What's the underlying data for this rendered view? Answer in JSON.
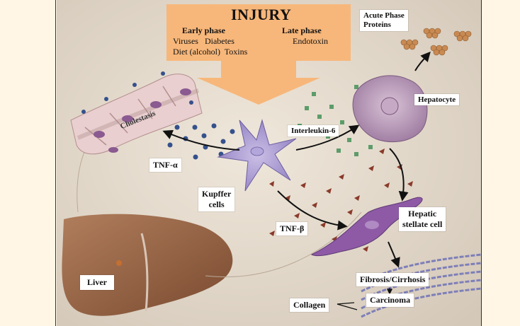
{
  "injury": {
    "title": "INJURY",
    "early_phase": {
      "heading": "Early phase",
      "line1": "Viruses   Diabetes",
      "line2": "Diet (alcohol)  Toxins"
    },
    "late_phase": {
      "heading": "Late phase",
      "line1": "Endotoxin"
    }
  },
  "labels": {
    "acute_phase": "Acute Phase Proteins",
    "acute_phase_line1": "Acute Phase",
    "acute_phase_line2": "Proteins",
    "hepatocyte": "Hepatocyte",
    "cholestasis": "Cholestasis",
    "interleukin": "Interleukin-6",
    "tnf_alpha": "TNF-α",
    "kupffer_line1": "Kupffer",
    "kupffer_line2": "cells",
    "hepatic_line1": "Hepatic",
    "hepatic_line2": "stellate cell",
    "tnf_beta": "TNF-β",
    "liver": "Liver",
    "fibrosis": "Fibrosis/Cirrhosis",
    "carcinoma": "Carcinoma",
    "collagen": "Collagen"
  },
  "colors": {
    "injury_box": "#f7b77a",
    "background": "#e6dccd",
    "page": "#fff6e6",
    "kupffer": "#a89ad0",
    "hepatocyte": "#b79ab8",
    "stellate": "#8e5aa6",
    "liver": "#9a6848",
    "protein": "#c98a52",
    "il6_dot": "#5d9c6a",
    "tnfa_dot": "#35518c",
    "tnfb_dot": "#8a3a2a"
  }
}
